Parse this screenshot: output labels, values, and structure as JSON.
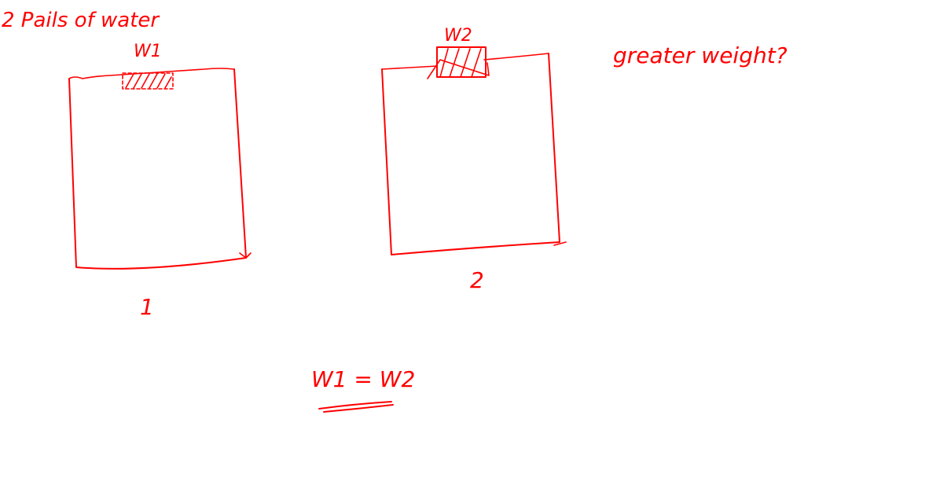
{
  "title": "2 Pails of water",
  "pail_1": {
    "weight_label": "W1",
    "number_label": "1"
  },
  "pail_2": {
    "weight_label": "W2",
    "number_label": "2"
  },
  "question": "greater weight?",
  "answer": "W1 = W2",
  "ink_color": "#ff0000",
  "background_color": "#ffffff"
}
